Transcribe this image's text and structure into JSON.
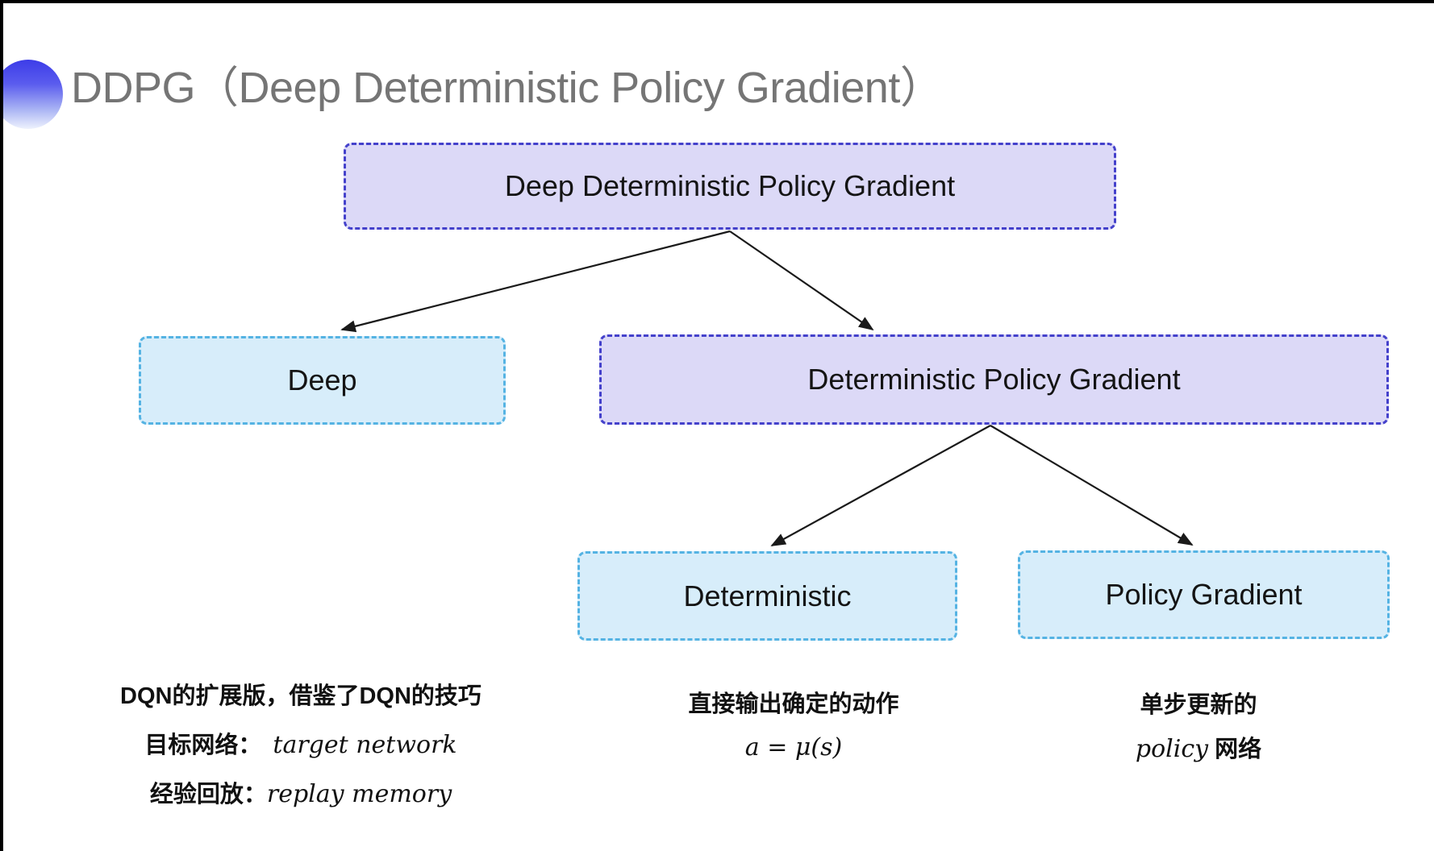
{
  "slide": {
    "title": "DDPG（Deep Deterministic Policy Gradient）"
  },
  "diagram": {
    "nodes": {
      "root": "Deep Deterministic Policy Gradient",
      "deep": "Deep",
      "dpg": "Deterministic Policy Gradient",
      "deterministic": "Deterministic",
      "policy_gradient": "Policy Gradient"
    }
  },
  "annotations": {
    "deep": {
      "line1": "DQN的扩展版，借鉴了DQN的技巧",
      "line2_label": "目标网络：",
      "line2_term": "target network",
      "line3_label": "经验回放：",
      "line3_term": "replay memory"
    },
    "deterministic": {
      "line1": "直接输出确定的动作",
      "formula": "a = μ(s)"
    },
    "policy_gradient": {
      "line1": "单步更新的",
      "term": "policy",
      "suffix": " 网络"
    }
  },
  "icons": {
    "bullet": "half-circle-gradient-bullet"
  },
  "colors": {
    "title_gray": "#757575",
    "purple_fill": "#dcd9f7",
    "purple_border": "#4441cb",
    "blue_fill": "#d7edfa",
    "blue_border": "#55b3e3",
    "arrow": "#1a1a1a"
  }
}
